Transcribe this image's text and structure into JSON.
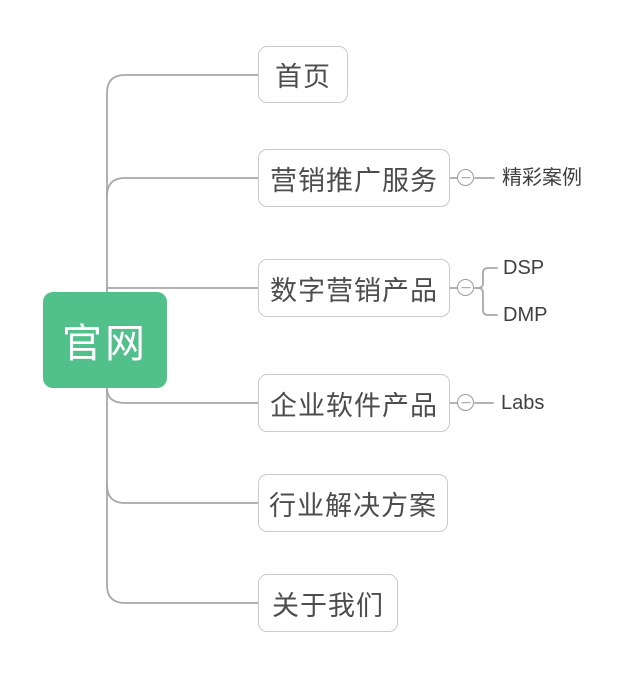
{
  "diagram": {
    "type": "mindmap",
    "root": {
      "label": "官网"
    },
    "children": [
      {
        "label": "首页"
      },
      {
        "label": "营销推广服务",
        "toggle": "collapsed-minus",
        "children": [
          {
            "label": "精彩案例"
          }
        ]
      },
      {
        "label": "数字营销产品",
        "toggle": "collapsed-minus",
        "children": [
          {
            "label": "DSP"
          },
          {
            "label": "DMP"
          }
        ]
      },
      {
        "label": "企业软件产品",
        "toggle": "collapsed-minus",
        "children": [
          {
            "label": "Labs"
          }
        ]
      },
      {
        "label": "行业解决方案"
      },
      {
        "label": "关于我们"
      }
    ],
    "colors": {
      "root_background": "#52c08a",
      "root_text": "#ffffff",
      "node_border": "#cbcbcb",
      "node_text": "#4d4d4d",
      "leaf_text": "#3f3f3f",
      "connector_line": "#a8a8a8",
      "toggle_stroke": "#9b9b9b",
      "page_background": "#ffffff"
    }
  }
}
